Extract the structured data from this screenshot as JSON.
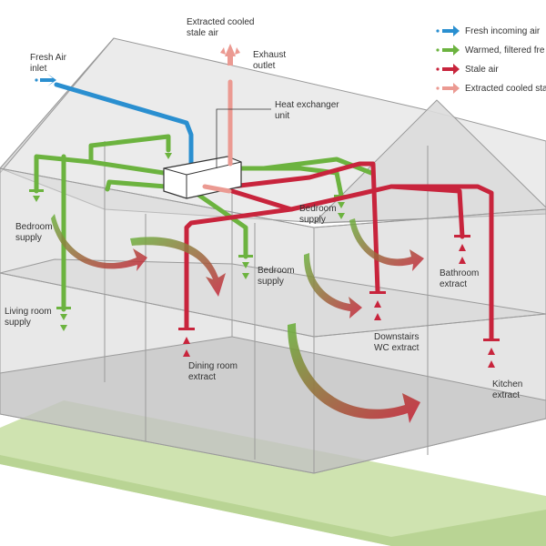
{
  "colors": {
    "fresh": "#2a8fd0",
    "warm": "#6cb33f",
    "stale": "#c8243c",
    "cooled": "#eb9a92",
    "ground": "#cfe3b0",
    "house_line": "#9a9a9a"
  },
  "legend": [
    {
      "label": "Fresh incoming air",
      "color_key": "fresh"
    },
    {
      "label": "Warmed, filtered fre",
      "color_key": "warm"
    },
    {
      "label": "Stale air",
      "color_key": "stale"
    },
    {
      "label": "Extracted cooled sta",
      "color_key": "cooled"
    }
  ],
  "labels": {
    "extracted_cooled": [
      "Extracted cooled",
      "stale air"
    ],
    "exhaust": [
      "Exhaust",
      "outlet"
    ],
    "fresh_inlet": [
      "Fresh Air",
      "inlet"
    ],
    "heat_exchanger": [
      "Heat exchanger",
      "unit"
    ],
    "bedroom_supply_left": [
      "Bedroom",
      "supply"
    ],
    "bedroom_supply_mid": [
      "Bedroom",
      "supply"
    ],
    "bedroom_supply_right": [
      "Bedroom",
      "supply"
    ],
    "living_room": [
      "Living room",
      "supply"
    ],
    "dining_room": [
      "Dining room",
      "extract"
    ],
    "downstairs_wc": [
      "Downstairs",
      "WC extract"
    ],
    "bathroom": [
      "Bathroom",
      "extract"
    ],
    "kitchen": [
      "Kitchen",
      "extract"
    ]
  }
}
